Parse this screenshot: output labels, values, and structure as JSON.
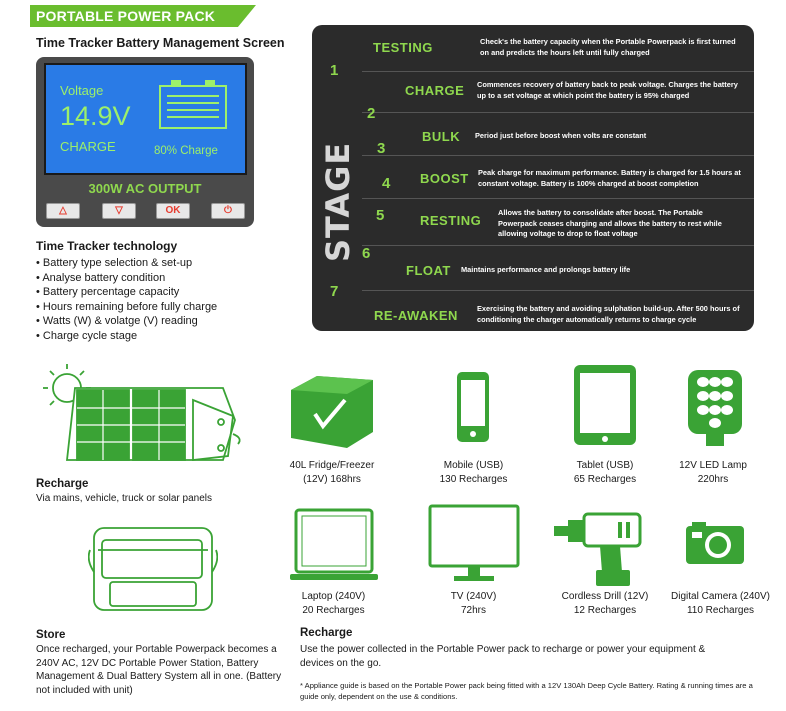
{
  "header": {
    "banner": "PORTABLE POWER PACK",
    "subtitle": "Time Tracker Battery Management Screen"
  },
  "device": {
    "voltage_label": "Voltage",
    "voltage_value": "14.9V",
    "charge_label": "CHARGE",
    "charge_percent": "80% Charge",
    "ac_output": "300W AC OUTPUT",
    "buttons": [
      "△",
      "▽",
      "OK",
      "⏻"
    ]
  },
  "tech": {
    "heading": "Time Tracker technology",
    "items": [
      "Battery type selection & set-up",
      "Analyse battery condition",
      "Battery percentage capacity",
      "Hours remaining before fully charge",
      "Watts (W) & volatge (V) reading",
      "Charge cycle stage"
    ]
  },
  "stages": {
    "title": "STAGE",
    "rows": [
      {
        "num": "1",
        "name": "TESTING",
        "desc": "Check's the battery capacity when the Portable Powerpack is first turned on and predicts the hours left until fully charged"
      },
      {
        "num": "2",
        "name": "CHARGE",
        "desc": "Commences recovery of battery back to peak voltage. Charges the battery up to a set voltage at which point the battery is 95% charged"
      },
      {
        "num": "3",
        "name": "BULK",
        "desc": "Period just before boost when volts are constant"
      },
      {
        "num": "4",
        "name": "BOOST",
        "desc": "Peak charge for maximum performance. Battery is charged for 1.5 hours at constant voltage. Battery is 100% charged at boost completion"
      },
      {
        "num": "5",
        "name": "RESTING",
        "desc": "Allows the battery to consolidate after boost. The Portable Powerpack ceases charging and allows the battery to rest while allowing voltage to drop to float voltage"
      },
      {
        "num": "6",
        "name": "FLOAT",
        "desc": "Maintains performance and prolongs battery life"
      },
      {
        "num": "7",
        "name": "RE-AWAKEN",
        "desc": "Exercising the battery and avoiding sulphation build-up. After 500 hours of conditioning the charger automatically returns to charge cycle"
      }
    ]
  },
  "recharge_left": {
    "heading": "Recharge",
    "text": "Via mains, vehicle, truck or solar panels"
  },
  "store": {
    "heading": "Store",
    "text": "Once recharged, your Portable Powerpack becomes a 240V AC, 12V DC Portable Power Station, Battery Management & Dual Battery System all in one. (Battery not included with unit)"
  },
  "appliances": [
    {
      "name": "40L Fridge/Freezer (12V) 168hrs",
      "icon": "fridge-icon"
    },
    {
      "name": "Mobile (USB)",
      "detail": "130 Recharges",
      "icon": "mobile-icon"
    },
    {
      "name": "Tablet (USB)",
      "detail": "65 Recharges",
      "icon": "tablet-icon"
    },
    {
      "name": "12V LED Lamp",
      "detail": "220hrs",
      "icon": "led-lamp-icon"
    },
    {
      "name": "Laptop (240V)",
      "detail": "20 Recharges",
      "icon": "laptop-icon"
    },
    {
      "name": "TV (240V)",
      "detail": "72hrs",
      "icon": "tv-icon"
    },
    {
      "name": "Cordless Drill (12V)",
      "detail": "12 Recharges",
      "icon": "drill-icon"
    },
    {
      "name": "Digital Camera (240V)",
      "detail": "110 Recharges",
      "icon": "camera-icon"
    }
  ],
  "recharge_right": {
    "heading": "Recharge",
    "text": "Use the power collected in the Portable Power pack to recharge or power your equipment & devices on the go.",
    "note": "* Appliance guide is based on the Portable Power pack being fitted with a 12V 130Ah Deep Cycle Battery. Rating & running times are a guide only, dependent on the use & conditions."
  },
  "colors": {
    "accent": "#6abd2e",
    "lcd": "#2a7be6",
    "panel": "#2b2b2b"
  }
}
